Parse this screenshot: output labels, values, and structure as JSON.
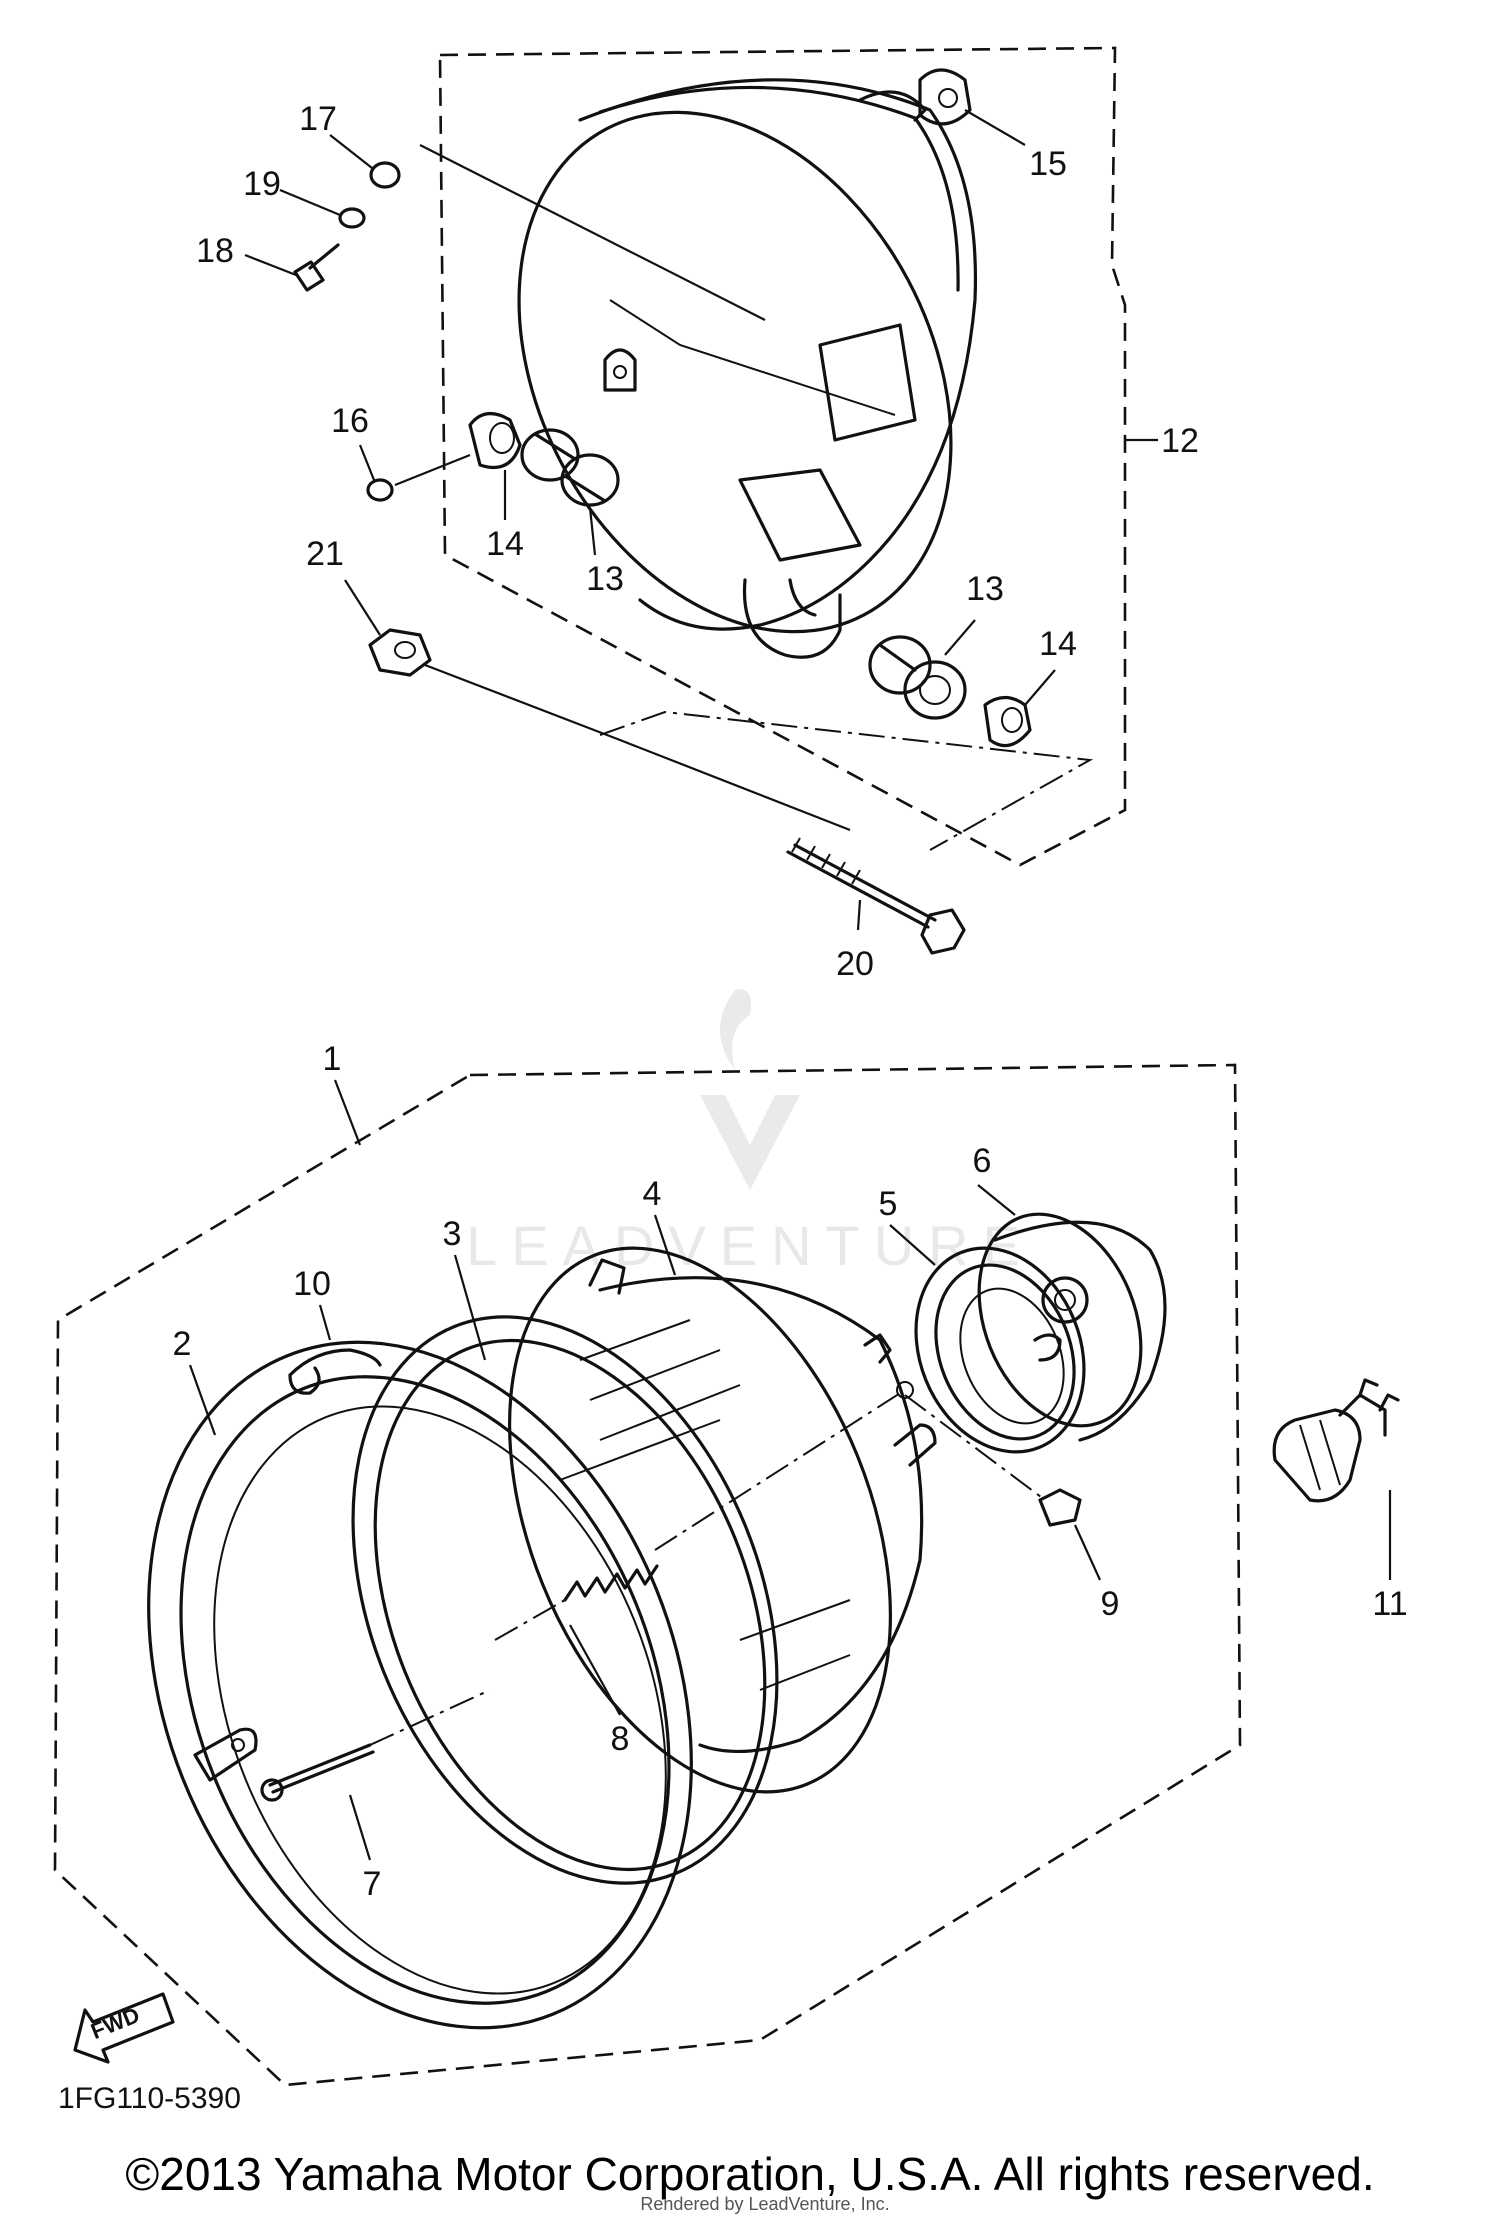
{
  "diagram": {
    "part_labels": {
      "p1": "1",
      "p2": "2",
      "p3": "3",
      "p4": "4",
      "p5": "5",
      "p6": "6",
      "p7": "7",
      "p8": "8",
      "p9": "9",
      "p10": "10",
      "p11": "11",
      "p12": "12",
      "p13a": "13",
      "p13b": "13",
      "p14a": "14",
      "p14b": "14",
      "p15": "15",
      "p16": "16",
      "p17": "17",
      "p18": "18",
      "p19": "19",
      "p20": "20",
      "p21": "21"
    },
    "arrow_label": "FWD",
    "diagram_code": "1FG110-5390",
    "watermark": "LEADVENTURE",
    "rendered_note": "Rendered by LeadVenture, Inc.",
    "copyright": "©2013 Yamaha Motor Corporation, U.S.A. All rights reserved."
  }
}
